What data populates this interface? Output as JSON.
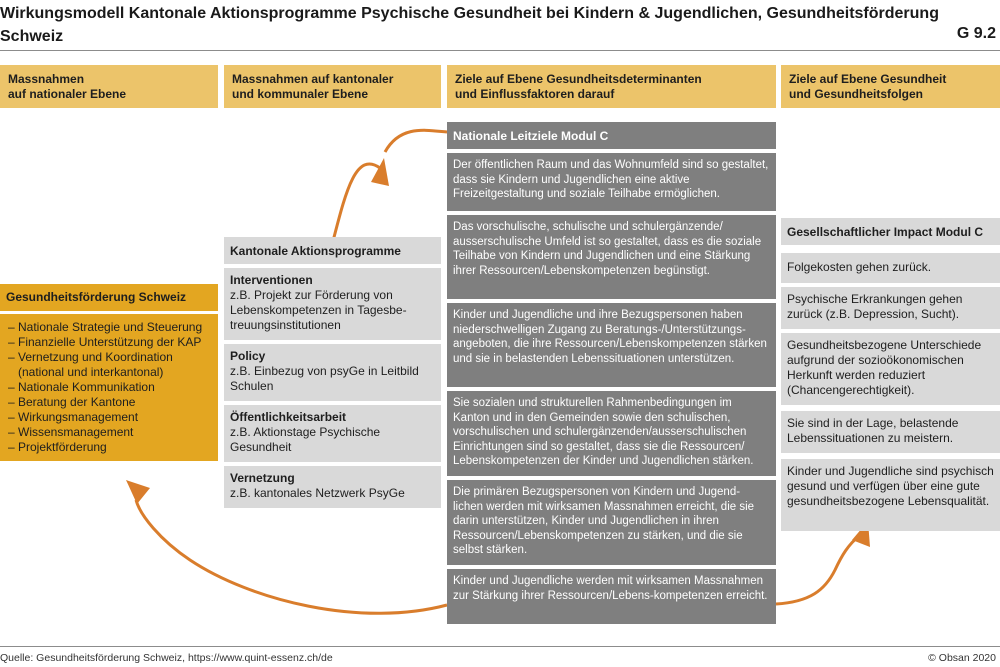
{
  "header": {
    "title": "Wirkungsmodell Kantonale Aktionsprogramme Psychische Gesundheit bei Kindern & Jugendlichen, Gesundheitsförderung Schweiz",
    "figure_id": "G 9.2"
  },
  "columns": [
    {
      "label": "Massnahmen\nauf nationaler Ebene"
    },
    {
      "label": "Massnahmen auf kantonaler\nund kommunaler Ebene"
    },
    {
      "label": "Ziele auf Ebene Gesundheitsdeterminanten\nund Einflussfaktoren darauf"
    },
    {
      "label": "Ziele auf Ebene Gesundheit\nund Gesundheitsfolgen"
    }
  ],
  "national": {
    "title": "Gesundheitsförderung Schweiz",
    "items": [
      "– Nationale Strategie und Steuerung",
      "– Finanzielle Unterstützung der KAP",
      "– Vernetzung und Koordination (national und interkantonal)",
      "– Nationale Kommunikation",
      "– Beratung der Kantone",
      "– Wirkungsmanagement",
      "– Wissensmanagement",
      "– Projektförderung"
    ]
  },
  "cantonal": {
    "title": "Kantonale Aktionsprogramme",
    "items": [
      {
        "title": "Interventionen",
        "text": "z.B. Projekt zur Förderung von Lebenskompetenzen in Tagesbe-treuungsinstitutionen"
      },
      {
        "title": "Policy",
        "text": "z.B. Einbezug von psyGe in Leitbild Schulen"
      },
      {
        "title": "Öffentlichkeitsarbeit",
        "text": "z.B. Aktionstage Psychische Gesundheit"
      },
      {
        "title": "Vernetzung",
        "text": "z.B. kantonales Netzwerk PsyGe"
      }
    ]
  },
  "goals": {
    "title": "Nationale Leitziele Modul C",
    "items": [
      "Der öffentlichen Raum und das Wohnumfeld sind so gestaltet, dass sie Kindern und Jugendlichen eine aktive Freizeitgestaltung und soziale Teilhabe ermöglichen.",
      "Das vorschulische, schulische und schulergänzende/ ausserschulische Umfeld ist so gestaltet, dass es die soziale Teilhabe von Kindern und Jugendlichen und eine Stärkung ihrer Ressourcen/Lebenskompetenzen begünstigt.",
      "Kinder und Jugendliche und ihre Bezugspersonen haben niederschwelligen Zugang zu Beratungs-/Unterstützungs-angeboten, die ihre Ressourcen/Lebenskompetenzen stärken und sie in belastenden Lebenssituationen unterstützen.",
      "Sie sozialen und strukturellen Rahmenbedingungen im Kanton und in den Gemeinden sowie den schulischen, vorschulischen und schulergänzenden/ausserschulischen Einrichtungen sind so gestaltet, dass sie die Ressourcen/ Lebenskompetenzen der Kinder und Jugendlichen stärken.",
      "Die primären Bezugspersonen von Kindern und Jugend-lichen werden mit wirksamen Massnahmen erreicht, die sie darin unterstützen, Kinder und Jugendlichen in ihren Ressourcen/Lebenskompetenzen zu stärken, und die sie selbst stärken.",
      "Kinder und Jugendliche werden mit wirksamen Massnahmen zur Stärkung ihrer Ressourcen/Lebens-kompetenzen erreicht."
    ]
  },
  "impact": {
    "title": "Gesellschaftlicher Impact Modul C",
    "items": [
      "Folgekosten gehen zurück.",
      "Psychische Erkrankungen gehen zurück (z.B. Depression, Sucht).",
      "Gesundheitsbezogene Unterschiede aufgrund der sozioökonomischen Herkunft werden reduziert (Chancengerechtigkeit).",
      "Sie sind in der Lage, belastende Lebenssituationen zu meistern.",
      "Kinder und Jugendliche sind psychisch gesund und verfügen über eine gute gesundheitsbezogene Lebensqualität."
    ]
  },
  "footer": {
    "source": "Quelle: Gesundheitsförderung Schweiz, https://www.quint-essenz.ch/de",
    "copyright": "© Obsan 2020"
  },
  "colors": {
    "accent_orange": "#d97d2c",
    "header_yellow": "#ecc46a",
    "box_gold": "#e3a621",
    "box_light_gray": "#d9d9d9",
    "box_dark_gray": "#7f7f7f"
  }
}
